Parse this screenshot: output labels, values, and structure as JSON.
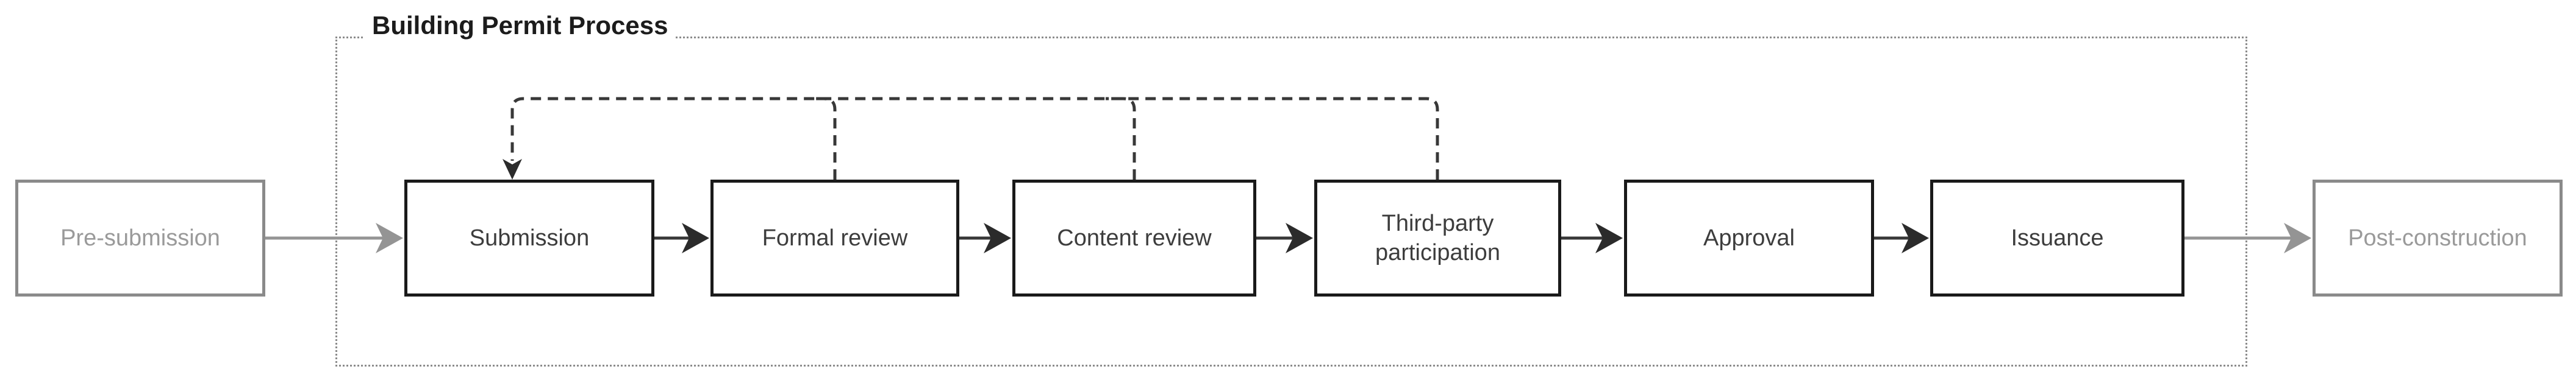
{
  "diagram": {
    "title": "Building Permit Process",
    "nodes": [
      {
        "id": "pre-submission",
        "label": "Pre-submission",
        "type": "external"
      },
      {
        "id": "submission",
        "label": "Submission",
        "type": "process"
      },
      {
        "id": "formal-review",
        "label": "Formal review",
        "type": "process"
      },
      {
        "id": "content-review",
        "label": "Content review",
        "type": "process"
      },
      {
        "id": "third-party-participation",
        "label": "Third-party participation",
        "type": "process"
      },
      {
        "id": "approval",
        "label": "Approval",
        "type": "process"
      },
      {
        "id": "issuance",
        "label": "Issuance",
        "type": "process"
      },
      {
        "id": "post-construction",
        "label": "Post-construction",
        "type": "external"
      }
    ],
    "edges": [
      {
        "from": "pre-submission",
        "to": "submission",
        "style": "solid-gray"
      },
      {
        "from": "submission",
        "to": "formal-review",
        "style": "solid-dark"
      },
      {
        "from": "formal-review",
        "to": "content-review",
        "style": "solid-dark"
      },
      {
        "from": "content-review",
        "to": "third-party-participation",
        "style": "solid-dark"
      },
      {
        "from": "third-party-participation",
        "to": "approval",
        "style": "solid-dark"
      },
      {
        "from": "approval",
        "to": "issuance",
        "style": "solid-dark"
      },
      {
        "from": "issuance",
        "to": "post-construction",
        "style": "solid-gray"
      },
      {
        "from": "formal-review",
        "to": "submission",
        "style": "dashed-feedback"
      },
      {
        "from": "content-review",
        "to": "submission",
        "style": "dashed-feedback"
      },
      {
        "from": "third-party-participation",
        "to": "submission",
        "style": "dashed-feedback"
      }
    ],
    "colors": {
      "process_border": "#1a1a1a",
      "process_text": "#3d3d3d",
      "external_border": "#8a8a8a",
      "external_text": "#9a9a9a",
      "arrow_dark": "#383838",
      "arrowhead_dark": "#2b2b2b",
      "arrow_gray": "#949494",
      "container_border": "#8c8c8c",
      "title_color": "#1c1c1c",
      "background": "#ffffff"
    }
  }
}
